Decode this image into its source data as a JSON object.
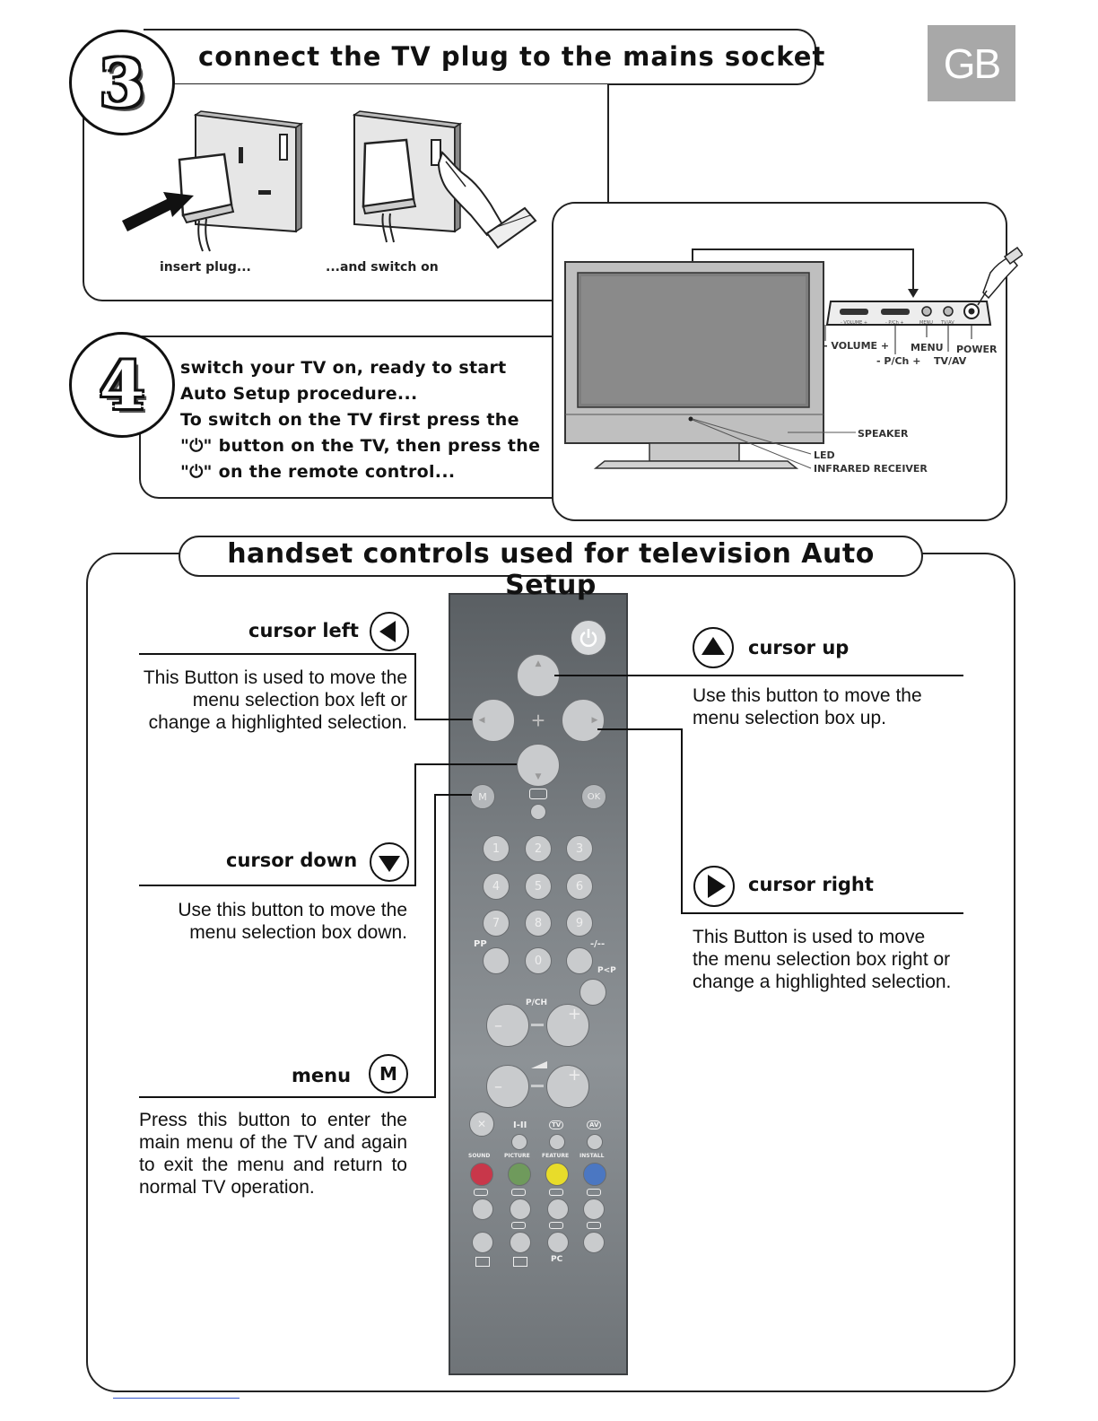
{
  "badge": "GB",
  "step3": {
    "number": "3",
    "title": "connect the TV plug to the mains socket",
    "caption_insert": "insert plug...",
    "caption_switch": "...and switch on"
  },
  "step4": {
    "number": "4",
    "text": "switch your TV on, ready to start\nAuto Setup procedure...\nTo switch on the TV first press the\n\"⏻\" button on the TV, then press the\n\"⏻\" on the remote control..."
  },
  "tv": {
    "labels": {
      "volume": "- VOLUME +",
      "pch": "- P/Ch +",
      "menu": "MENU",
      "tvav": "TV/AV",
      "power": "POWER",
      "speaker": "SPEAKER",
      "led": "LED",
      "infrared": "INFRARED RECEIVER"
    },
    "panel_small": {
      "volume": "- VOLUME +",
      "pch": "- P/Ch +",
      "menu": "MENU",
      "tvav": "TV/AV"
    }
  },
  "handset": {
    "title": "handset controls used for television Auto Setup",
    "cursor_left": {
      "title": "cursor left",
      "desc": "This Button is used to move the menu selection box left or change a highlighted selection."
    },
    "cursor_down": {
      "title": "cursor down",
      "desc": "Use this button to move the menu selection box down."
    },
    "menu": {
      "title": "menu",
      "icon": "M",
      "desc": "Press this button to enter the main menu of the TV and again to exit the menu and return to normal TV operation."
    },
    "cursor_up": {
      "title": "cursor up",
      "desc": "Use this button to move the menu selection box up."
    },
    "cursor_right": {
      "title": "cursor right",
      "desc": "This Button is used to move the menu selection box right or change a highlighted selection."
    }
  },
  "remote": {
    "m": "M",
    "ok": "OK",
    "digits": [
      "1",
      "2",
      "3",
      "4",
      "5",
      "6",
      "7",
      "8",
      "9",
      "0"
    ],
    "pp": "PP",
    "dash": "-/--",
    "pp_swap": "P<P",
    "pch": "P/CH",
    "minus": "–",
    "plus": "+",
    "stereo": "I-II",
    "tv": "TV",
    "av": "AV",
    "sound": "SOUND",
    "picture": "PICTURE",
    "feature": "FEATURE",
    "install": "INSTALL",
    "pc": "PC",
    "colors": [
      "#c8374a",
      "#6f9a5c",
      "#e8dc2a",
      "#4b77c2"
    ]
  }
}
